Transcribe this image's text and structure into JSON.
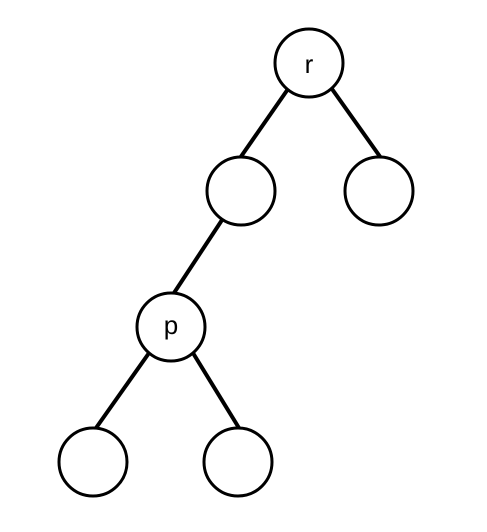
{
  "diagram": {
    "type": "binary-tree",
    "nodes": [
      {
        "id": "root",
        "label": "r"
      },
      {
        "id": "root-left",
        "label": ""
      },
      {
        "id": "root-right",
        "label": ""
      },
      {
        "id": "p",
        "label": "p"
      },
      {
        "id": "p-left",
        "label": ""
      },
      {
        "id": "p-right",
        "label": ""
      }
    ],
    "edges": [
      {
        "from": "root",
        "to": "root-left"
      },
      {
        "from": "root",
        "to": "root-right"
      },
      {
        "from": "root-left",
        "to": "p"
      },
      {
        "from": "p",
        "to": "p-left"
      },
      {
        "from": "p",
        "to": "p-right"
      }
    ]
  }
}
